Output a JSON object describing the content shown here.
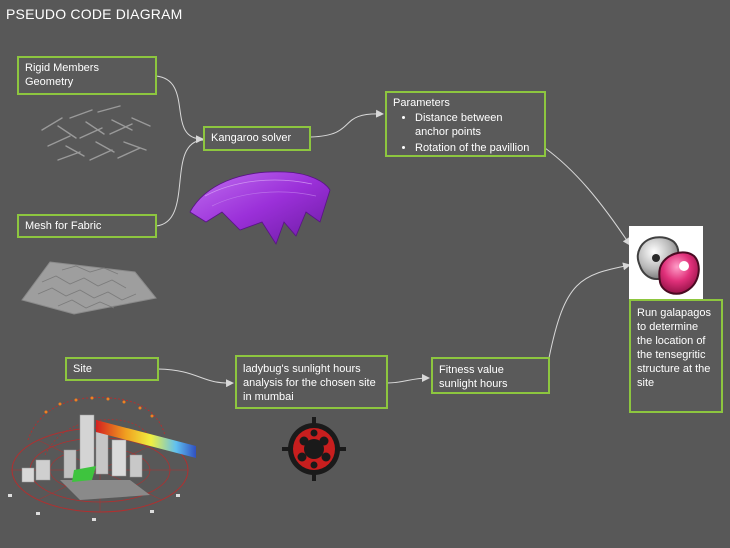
{
  "title": "PSEUDO CODE DIAGRAM",
  "boxes": {
    "rigid": "Rigid Members Geometry",
    "mesh": "Mesh for Fabric",
    "kangaroo": "Kangaroo solver",
    "parameters": {
      "heading": "Parameters",
      "items": [
        "Distance between anchor points",
        "Rotation of the pavillion"
      ]
    },
    "site": "Site",
    "ladybug": "ladybug's sunlight hours analysis for the chosen site in mumbai",
    "fitness": "Fitness value sunlight hours",
    "galapagos": "Run galapagos to determine the location of the tensegritic structure  at the site"
  },
  "colors": {
    "background": "#585858",
    "box_border": "#8dc63f",
    "connector": "#d8d8d8",
    "fabric": "#9b30d9",
    "ladybug": "#c81e1e"
  },
  "icons": [
    "rigid-members-icon",
    "fabric-mesh-icon",
    "kangaroo-surface-icon",
    "galapagos-icon",
    "ladybug-icon",
    "site-analysis-icon"
  ]
}
